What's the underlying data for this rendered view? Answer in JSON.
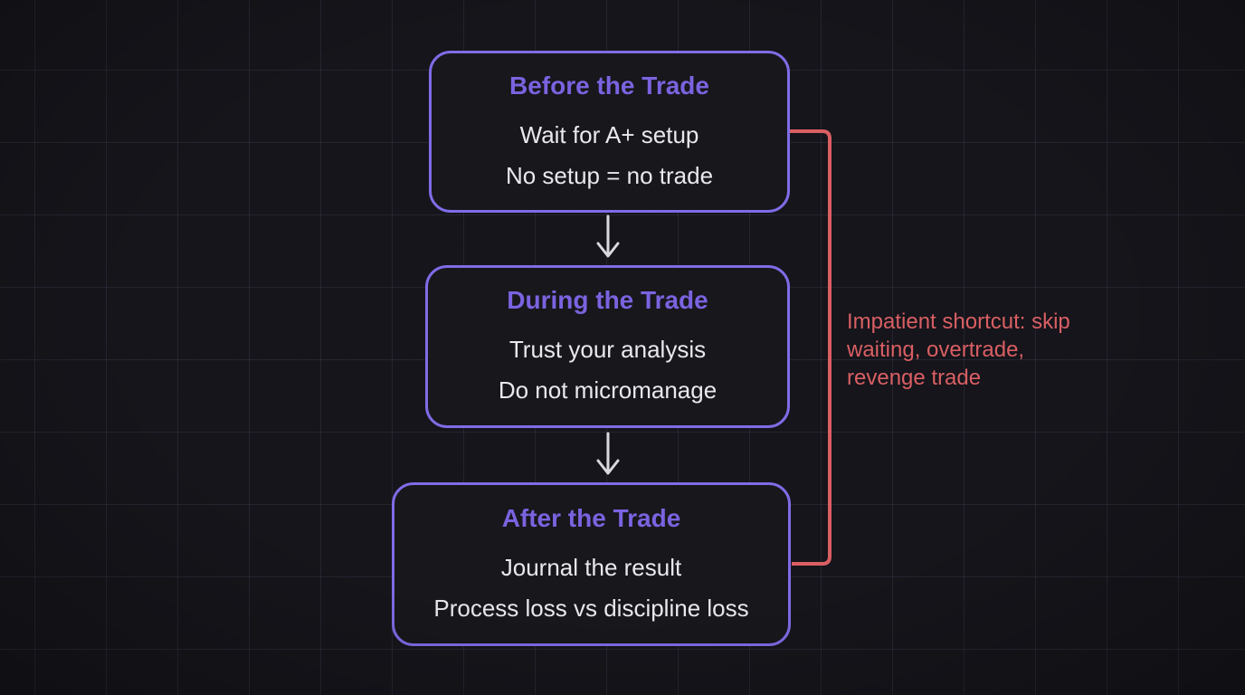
{
  "canvas": {
    "background": "#15151b",
    "grid_line_color": "rgba(132,132,180,0.14)"
  },
  "diagram": {
    "nodes": [
      {
        "title": "Before the Trade",
        "lines": [
          "Wait for A+ setup",
          "No setup = no trade"
        ]
      },
      {
        "title": "During the Trade",
        "lines": [
          "Trust your analysis",
          "Do not micromanage"
        ]
      },
      {
        "title": "After the Trade",
        "lines": [
          "Journal the result",
          "Process loss vs discipline loss"
        ]
      }
    ],
    "shortcut_annotation": {
      "lines": [
        "Impatient shortcut: skip",
        "waiting, overtrade,",
        "revenge trade"
      ]
    },
    "colors": {
      "node_border": "#7f6ce6",
      "node_title": "#7b63e0",
      "node_body_text": "#e9e8ee",
      "shortcut_red": "#d95f63",
      "arrow": "#d8d8dd"
    }
  }
}
